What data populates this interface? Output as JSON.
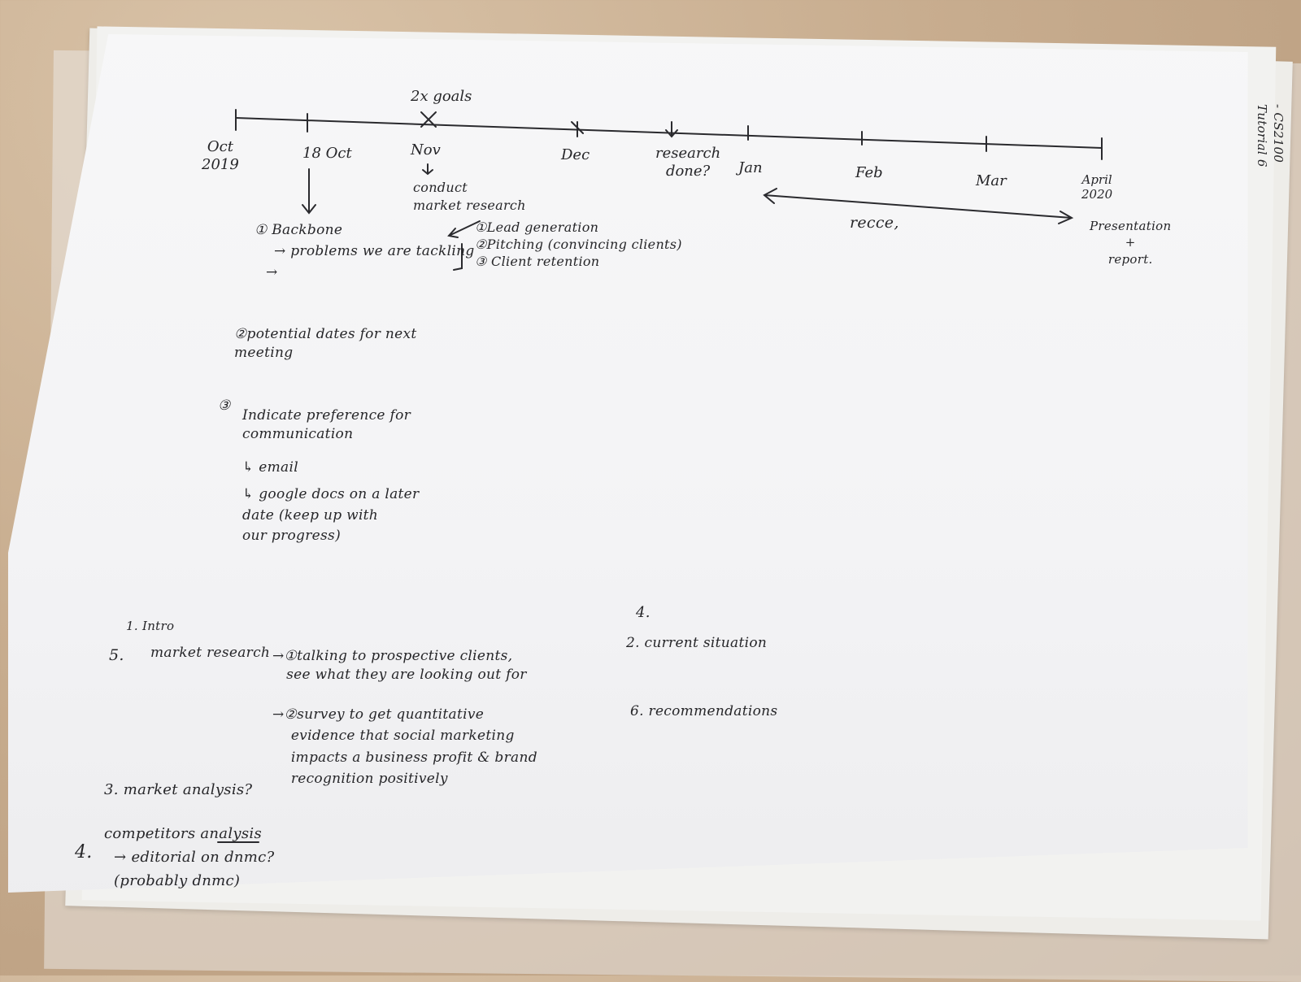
{
  "timeline": {
    "above_label": "2x goals",
    "ticks": [
      {
        "label": "Oct\n2019"
      },
      {
        "label": "18 Oct"
      },
      {
        "label": "Nov"
      },
      {
        "label": "Dec"
      },
      {
        "label": "research\ndone?"
      },
      {
        "label": "Jan"
      },
      {
        "label": "Feb"
      },
      {
        "label": "Mar"
      },
      {
        "label": "April\n2020"
      }
    ],
    "nov_note": "conduct\nmarket research",
    "span_label": "recce,",
    "end_note": "Presentation\n+\nreport."
  },
  "side_note": "- CS2100\nTutorial 6",
  "top_notes": {
    "item1": "① Backbone",
    "item1_sub1": "→ problems we are tackling",
    "item1_sub2": "→",
    "nov_list": "①Lead generation\n②Pitching (convincing clients)\n③ Client retention",
    "item2": "②potential dates for next\nmeeting",
    "item3": "③",
    "item3_text": "Indicate preference for\ncommunication",
    "item3_sub1": "↳ email",
    "item3_sub2": "↳ google docs on a later\ndate (keep up with\nour progress)"
  },
  "outline": {
    "o1": "1. Intro",
    "o5_num": "5.",
    "o5": "market research",
    "o5_a": "→①talking to prospective clients,\n   see what they are looking out for",
    "o5_b": "→②survey to get quantitative\n    evidence that social marketing\n    impacts a business profit & brand\n    recognition positively",
    "o3": "3. market analysis?",
    "o4_num": "4.",
    "o4": "competitors analysis\n  → editorial on dnmc?\n  (probably dnmc)",
    "r4": "4.",
    "r2": "2. current situation",
    "r6": "6. recommendations"
  }
}
